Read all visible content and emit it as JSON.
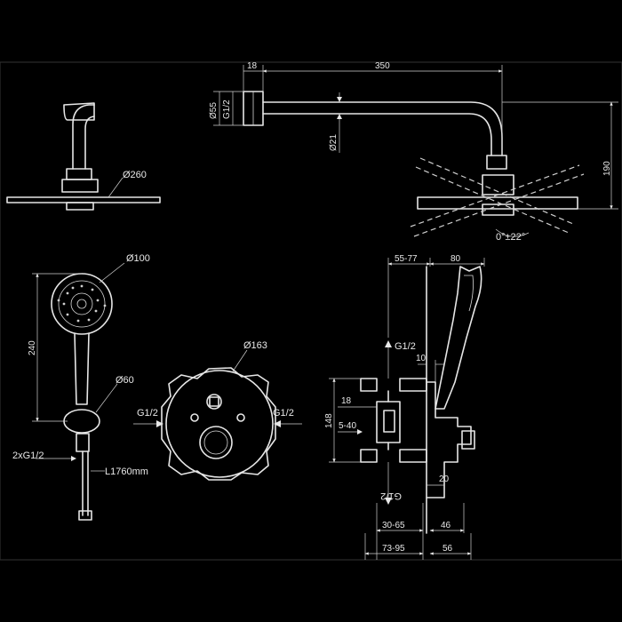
{
  "top_view": {
    "dim_arm_offset": "18",
    "dim_arm_length": "350",
    "dim_wall_dia": "Ø55",
    "dim_wall_thread": "G1/2",
    "dim_arm_dia": "Ø21",
    "dim_height": "190",
    "dim_angle": "0°±22°"
  },
  "head_front": {
    "dim_head_dia": "Ø260"
  },
  "hand_shower": {
    "dim_head_dia": "Ø100",
    "dim_height": "240",
    "dim_holder_dia": "Ø60",
    "dim_thread": "2xG1/2",
    "dim_hose": "L1760mm"
  },
  "valve_front": {
    "dim_plate_dia": "Ø163",
    "label_left": "G1/2",
    "label_right": "G1/2"
  },
  "valve_side": {
    "dim_depth_range": "55-77",
    "dim_handle": "80",
    "label_top": "G1/2",
    "dim_10": "10",
    "dim_18": "18",
    "dim_148": "148",
    "dim_5_40": "5-40",
    "dim_20": "20",
    "label_bottom": "G1/2",
    "dim_30_65": "30-65",
    "dim_46": "46",
    "dim_73_95": "73-95",
    "dim_56": "56"
  }
}
